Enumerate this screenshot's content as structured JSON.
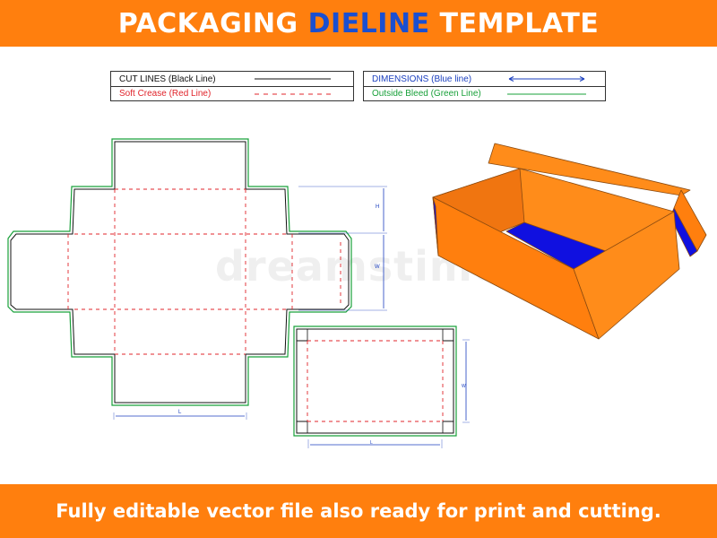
{
  "header": {
    "title_part1": "PACKAGING",
    "title_highlight": "DIELINE",
    "title_part2": "TEMPLATE"
  },
  "legend": {
    "cut_lines": "CUT LINES (Black Line)",
    "soft_crease": "Soft Crease (Red Line)",
    "dimensions": "DIMENSIONS (Blue line)",
    "outside_bleed": "Outside Bleed (Green Line)"
  },
  "dimension_labels": {
    "height": "H",
    "width": "W",
    "length": "L",
    "lid_width": "W",
    "lid_length": "L"
  },
  "watermark": "dreamstime",
  "footer": {
    "text": "Fully editable vector file also ready for print and cutting."
  },
  "colors": {
    "banner": "#ff7f0e",
    "highlight": "#1a4fd1",
    "cut": "#111111",
    "crease": "#e0242b",
    "dimension": "#1b3fbf",
    "bleed": "#19a03a",
    "box_orange": "#ff7f0e",
    "box_inner_blue": "#1010e0"
  }
}
